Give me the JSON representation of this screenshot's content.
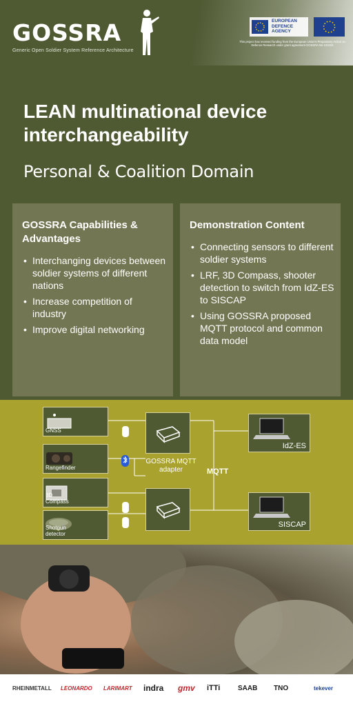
{
  "header": {
    "logo_text": "GOSSRA",
    "logo_subtitle": "Generic Open Soldier System Reference Architecture",
    "agency_name": "EUROPEAN DEFENCE AGENCY",
    "funding_note": "This project has received funding from the European Union's Preparatory Action on Defence Research under grant agreement GOSSRA No 101015"
  },
  "intro": {
    "title": "LEAN multinational device interchangeability",
    "subtitle": "Personal & Coalition Domain"
  },
  "panels": [
    {
      "heading": "GOSSRA Capabilities & Advantages",
      "bullets": [
        "Interchanging devices between soldier systems of different nations",
        "Increase competition of industry",
        "Improve digital networking"
      ]
    },
    {
      "heading": "Demonstration Content",
      "bullets": [
        "Connecting sensors to different soldier systems",
        "LRF, 3D Compass, shooter detection to switch from IdZ-ES to SISCAP",
        "Using GOSSRA proposed MQTT protocol and common data model"
      ]
    }
  ],
  "diagram": {
    "devices": [
      "GNSS",
      "Rangefinder",
      "3D Compass",
      "Shotgun detector"
    ],
    "adapter_label": "GOSSRA MQTT adapter",
    "protocol_label": "MQTT",
    "systems": [
      "IdZ-ES",
      "SISCAP"
    ]
  },
  "partners": [
    "RHEINMETALL",
    "LEONARDO",
    "LARIMART",
    "indra",
    "gmv",
    "iTTi",
    "SAAB",
    "TNO",
    "tekever"
  ],
  "colors": {
    "olive_dark": "#4f5a33",
    "olive_panel": "#737652",
    "diagram_band": "#aaa22e",
    "eu_blue": "#1f3f8f",
    "eu_star": "#ffcc00"
  }
}
